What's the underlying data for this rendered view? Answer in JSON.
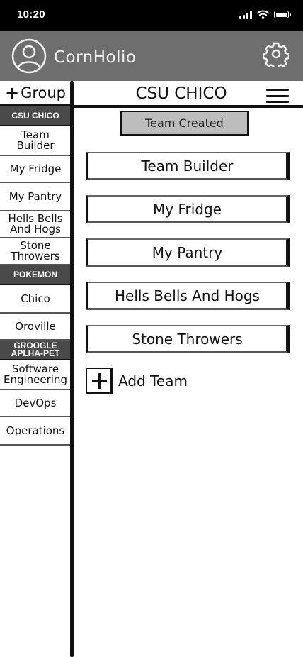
{
  "status_bar": {
    "time": "10:20",
    "icons": [
      "signal-icon",
      "wifi-icon",
      "battery-icon"
    ]
  },
  "header": {
    "app_name": "CornHolio",
    "avatar_icon": "user-avatar-icon",
    "settings_icon": "gear-icon",
    "background_color": "#6e6e6e"
  },
  "sidebar": {
    "add_group_label": "Group",
    "sections": [
      {
        "title": "CSU CHICO",
        "items": [
          "Team Builder",
          "My Fridge",
          "My Pantry",
          "Hells Bells And Hogs",
          "Stone Throwers"
        ]
      },
      {
        "title": "POKEMON",
        "items": [
          "Chico",
          "Oroville"
        ]
      },
      {
        "title": "GROOGLE APLHA-PET",
        "items": [
          "Software Engineering",
          "DevOps",
          "Operations"
        ]
      }
    ]
  },
  "main": {
    "title": "CSU CHICO",
    "menu_icon": "hamburger-menu-icon",
    "toast": "Team Created",
    "teams": [
      "Team Builder",
      "My Fridge",
      "My Pantry",
      "Hells Bells And Hogs",
      "Stone Throwers"
    ],
    "add_team_label": "Add Team"
  }
}
